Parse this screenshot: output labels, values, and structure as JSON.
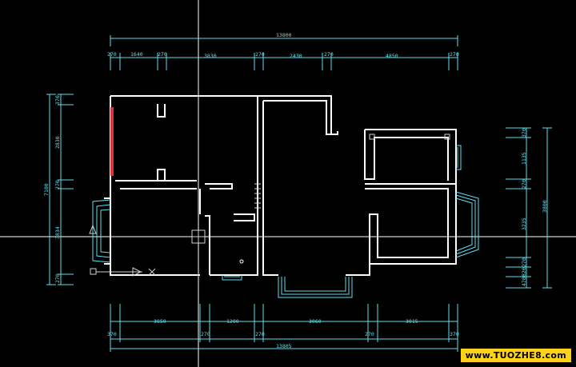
{
  "drawing": {
    "top_overall": "13800",
    "top_dims": [
      "270",
      "1640",
      "270",
      "3830",
      "270",
      "2430",
      "270",
      "4850",
      "270"
    ],
    "bottom_dims_a": [
      "3850",
      "1200",
      "3060",
      "3015"
    ],
    "bottom_dims_b": [
      "370",
      "270",
      "270",
      "270",
      "370"
    ],
    "bottom_overall": "13805",
    "left_overall": "7180",
    "left_dims": [
      "370",
      "2830",
      "270",
      "3834",
      "270"
    ],
    "right_overall": "3800",
    "right_dims": [
      "370",
      "1135",
      "270",
      "3235",
      "270",
      "820",
      "470"
    ]
  },
  "colors": {
    "background": "#000000",
    "walls": "#ffffff",
    "dimensions": "#5de0f0",
    "accent_wall": "#e0303a",
    "watermark_bg": "#ffd21a"
  },
  "watermark": "www.TUOZHE8.com"
}
